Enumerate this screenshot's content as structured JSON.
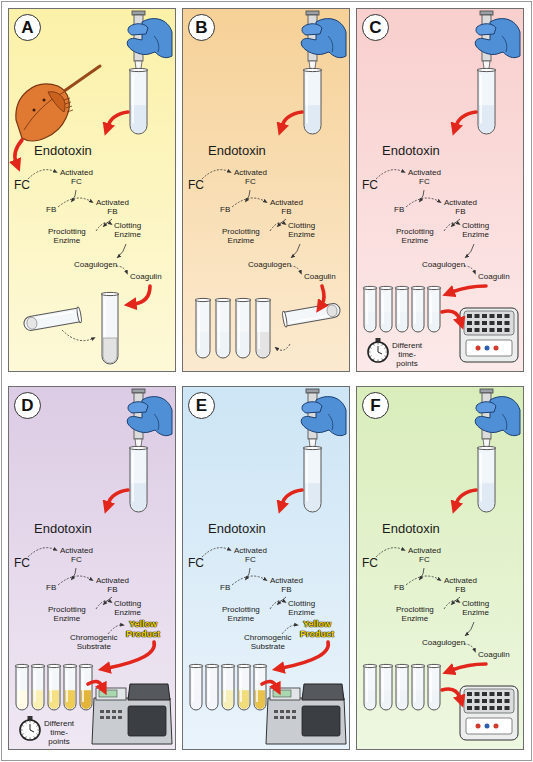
{
  "diagram": {
    "nodes": [
      {
        "text": [
          "Endotoxin",
          "FC",
          "Activated FC",
          "FB",
          "Activated FB",
          "Proclotting Enzime",
          "Clotting Enzime",
          "Coagulogen",
          "Coagulin"
        ]
      },
      {
        "text": [
          "A"
        ],
        "in": 0
      },
      {
        "text": [
          "Endotoxin",
          "FC",
          "Activated FC",
          "FB",
          "Activated FB",
          "Proclotting Enzime",
          "Clotting Enzime",
          "Coagulogen",
          "Coagulin"
        ]
      },
      {
        "text": [
          "B"
        ],
        "in": 2
      },
      {
        "text": [
          "Endotoxin",
          "FC",
          "Activated FC",
          "FB",
          "Activated FB",
          "Proclotting Enzime",
          "Clotting Enzime",
          "Coagulogen",
          "Coagulin",
          "Different time-points"
        ]
      },
      {
        "text": [
          "C"
        ],
        "in": 4
      },
      {
        "text": [
          "Endotoxin",
          "FC",
          "Activated FC",
          "FB",
          "Activated FB",
          "Proclotting Enzime",
          "Clotting Enzime",
          "Chromogenic Substrate",
          "Yellow Product",
          "Different time-points"
        ]
      },
      {
        "text": [
          "D"
        ],
        "in": 6
      },
      {
        "text": [
          "Endotoxin",
          "FC",
          "Activated FC",
          "FB",
          "Activated FB",
          "Proclotting Enzime",
          "Clotting Enzime",
          "Chromogenic Substrate",
          "Yellow Product"
        ]
      },
      {
        "text": [
          "E"
        ],
        "in": 8
      },
      {
        "text": [
          "Endotoxin",
          "FC",
          "Activated FC",
          "FB",
          "Activated FB",
          "Proclotting Enzime",
          "Clotting Enzime",
          "Coagulogen",
          "Coagulin"
        ]
      },
      {
        "text": [
          "F"
        ],
        "in": 10
      }
    ]
  }
}
